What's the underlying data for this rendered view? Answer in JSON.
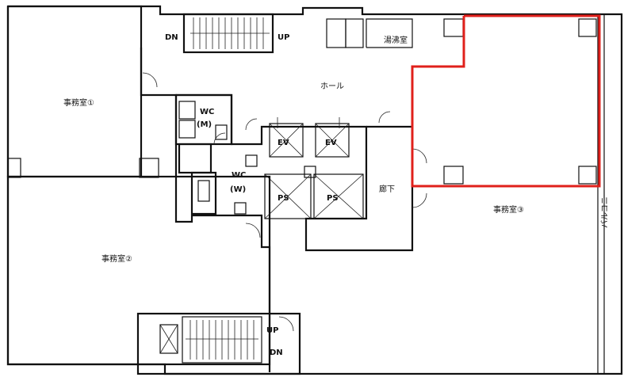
{
  "labels": {
    "office1": "事務室①",
    "office2": "事務室②",
    "office3": "事務室③",
    "hall": "ホール",
    "corridor": "廊下",
    "hot_water": "湯沸室",
    "wc_m_1": "WC",
    "wc_m_2": "(M)",
    "wc_w_1": "WC",
    "wc_w_2": "(W)",
    "ev_1": "EV",
    "ev_2": "EV",
    "ps_1": "PS",
    "ps_2": "PS",
    "balcony": "バルコニー",
    "stair_top_dn": "DN",
    "stair_top_up": "UP",
    "stair_bottom_up": "UP",
    "stair_bottom_dn": "DN"
  },
  "colors": {
    "wall": "#111111",
    "highlight": "#e0201b",
    "background": "#ffffff"
  }
}
